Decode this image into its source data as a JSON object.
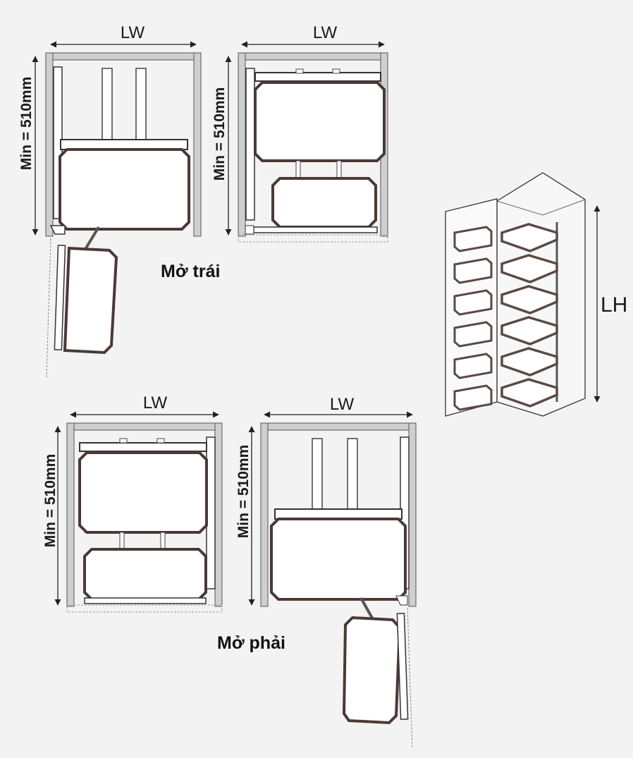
{
  "diagrams": {
    "top_left": {
      "width_label": "LW",
      "depth_label": "Min = 510mm"
    },
    "top_right": {
      "width_label": "LW",
      "depth_label": "Min = 510mm"
    },
    "bottom_left": {
      "width_label": "LW",
      "depth_label": "Min = 510mm"
    },
    "bottom_right": {
      "width_label": "LW",
      "depth_label": "Min = 510mm"
    }
  },
  "captions": {
    "left_opening": "Mở trái",
    "right_opening": "Mở phải"
  },
  "pantry": {
    "height_label": "LH"
  },
  "colors": {
    "background": "#f3f3f3",
    "wall": "#c8c8c8",
    "line": "#333333",
    "basket": "#5a4a44"
  }
}
